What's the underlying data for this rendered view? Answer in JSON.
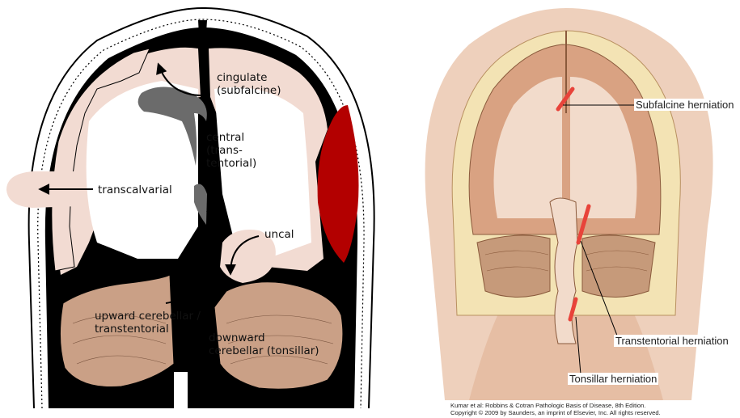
{
  "left_diagram": {
    "labels": {
      "cingulate": "cingulate\n(subfalcine)",
      "central": "central\n(trans-\ntentorial)",
      "transcalvarial": "transcalvarial",
      "uncal": "uncal",
      "upward": "upward cerebellar /\ntranstentorial",
      "downward": "downward\ncerebellar (tonsillar)"
    },
    "colors": {
      "brain_tissue": "#f2dbd2",
      "ventricle": "#6b6b6b",
      "hematoma": "#b30000",
      "cerebellum": "#caa086",
      "dura_black": "#000000"
    }
  },
  "right_diagram": {
    "labels": {
      "subfalcine": "Subfalcine herniation",
      "transtentorial": "Transtentorial herniation",
      "tonsillar": "Tonsillar herniation"
    },
    "colors": {
      "skin": "#eed0bc",
      "bone": "#f3e3b4",
      "cortex": "#d9a282",
      "arrow": "#e8433a"
    }
  },
  "credit": {
    "line1": "Kumar et al: Robbins & Cotran Pathologic Basis of Disease, 8th Edition.",
    "line2": "Copyright © 2009 by Saunders, an imprint of Elsevier, Inc. All rights reserved."
  }
}
